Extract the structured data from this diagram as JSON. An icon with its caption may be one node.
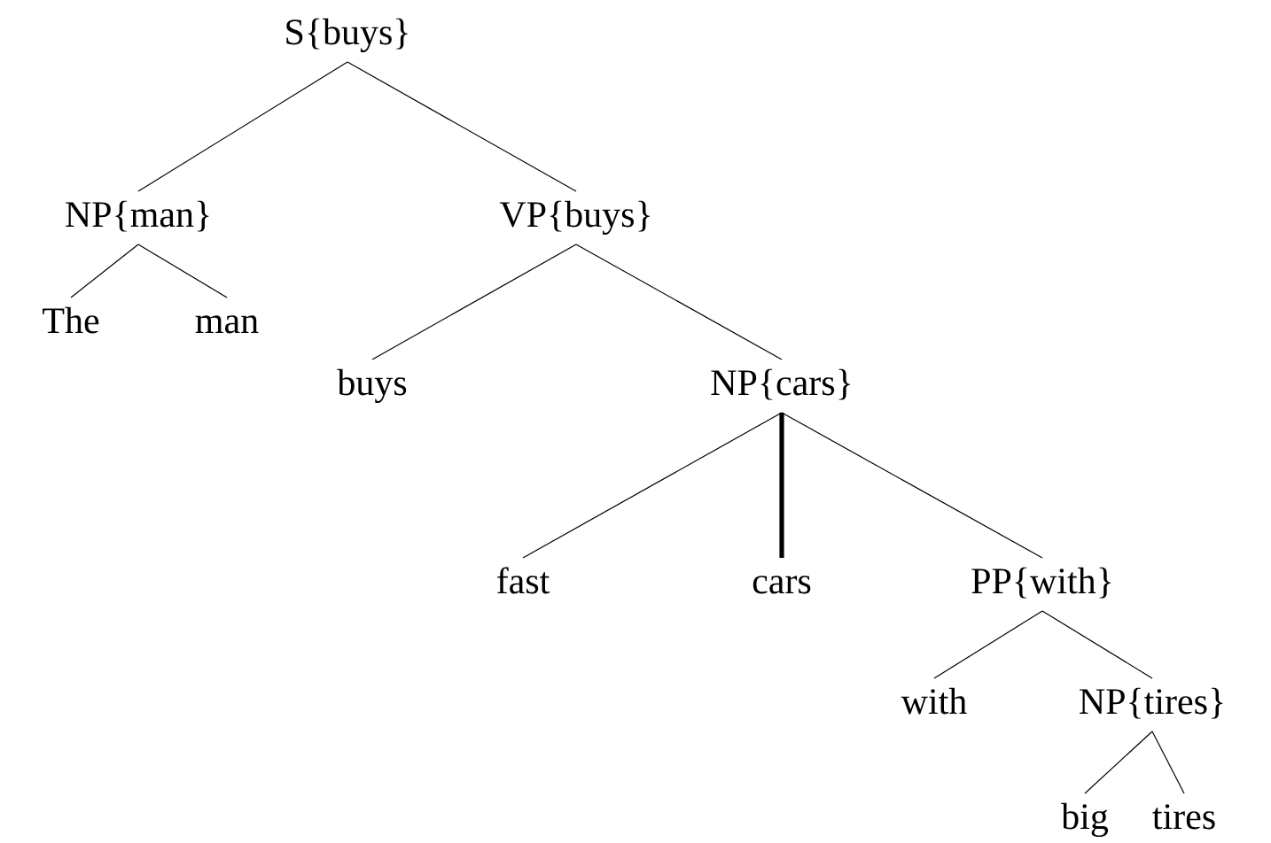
{
  "diagram": {
    "nodes": [
      {
        "text": [
          "S{buys}"
        ]
      },
      {
        "text": [
          "NP{man}"
        ]
      },
      {
        "text": [
          "VP{buys}"
        ]
      },
      {
        "text": [
          "The"
        ]
      },
      {
        "text": [
          "man"
        ]
      },
      {
        "text": [
          "buys"
        ]
      },
      {
        "text": [
          "NP{cars}"
        ]
      },
      {
        "text": [
          "fast"
        ]
      },
      {
        "text": [
          "cars"
        ]
      },
      {
        "text": [
          "PP{with}"
        ]
      },
      {
        "text": [
          "with"
        ]
      },
      {
        "text": [
          "NP{tires}"
        ]
      },
      {
        "text": [
          "big"
        ]
      },
      {
        "text": [
          "tires"
        ]
      }
    ],
    "edges": [
      {
        "from": 0,
        "to": 1,
        "arrow": "none"
      },
      {
        "from": 0,
        "to": 2,
        "arrow": "none"
      },
      {
        "from": 1,
        "to": 3,
        "arrow": "none"
      },
      {
        "from": 1,
        "to": 4,
        "arrow": "none"
      },
      {
        "from": 2,
        "to": 5,
        "arrow": "none"
      },
      {
        "from": 2,
        "to": 6,
        "arrow": "none"
      },
      {
        "from": 6,
        "to": 7,
        "arrow": "none"
      },
      {
        "from": 6,
        "to": 8,
        "arrow": "none",
        "style": "thick"
      },
      {
        "from": 6,
        "to": 9,
        "arrow": "none"
      },
      {
        "from": 9,
        "to": 10,
        "arrow": "none"
      },
      {
        "from": 9,
        "to": 11,
        "arrow": "none"
      },
      {
        "from": 11,
        "to": 12,
        "arrow": "none"
      },
      {
        "from": 11,
        "to": 13,
        "arrow": "none"
      }
    ]
  }
}
